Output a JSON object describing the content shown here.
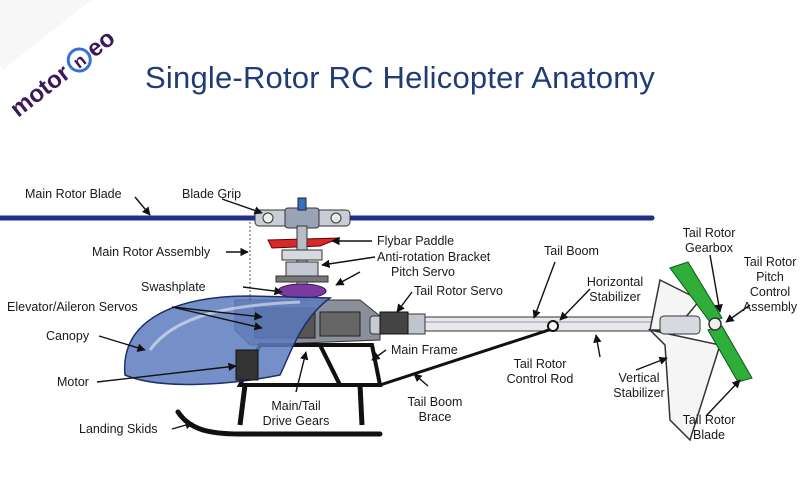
{
  "brand": {
    "logo_text_left": "motor",
    "logo_text_mid": "n",
    "logo_text_right": "eo"
  },
  "title": "Single-Rotor RC Helicopter Anatomy",
  "labels": {
    "main_rotor_blade": "Main Rotor Blade",
    "blade_grip": "Blade Grip",
    "main_rotor_assembly": "Main Rotor Assembly",
    "flybar_paddle": "Flybar Paddle",
    "anti_rotation_bracket": "Anti-rotation Bracket",
    "pitch_servo": "Pitch Servo",
    "swashplate": "Swashplate",
    "elevator_aileron_servos": "Elevator/Aileron Servos",
    "canopy": "Canopy",
    "motor": "Motor",
    "landing_skids": "Landing Skids",
    "main_tail_drive_gears": "Main/Tail\nDrive Gears",
    "main_frame": "Main Frame",
    "tail_rotor_servo": "Tail Rotor Servo",
    "tail_boom": "Tail Boom",
    "horizontal_stabilizer": "Horizontal\nStabilizer",
    "tail_rotor_control_rod": "Tail Rotor\nControl Rod",
    "tail_boom_brace": "Tail Boom\nBrace",
    "vertical_stabilizer": "Vertical\nStabilizer",
    "tail_rotor_gearbox": "Tail Rotor\nGearbox",
    "tail_rotor_pitch_control_assembly": "Tail Rotor\nPitch\nControl\nAssembly",
    "tail_rotor_blade": "Tail Rotor\nBlade"
  },
  "colors": {
    "title": "#1f3b78",
    "rotor_blade": "#1f2f8a",
    "canopy": "#5d7cc0",
    "flybar": "#d8282a",
    "swashplate": "#7a3aa0",
    "tail_blade": "#2fae3a",
    "frame": "#333333"
  }
}
